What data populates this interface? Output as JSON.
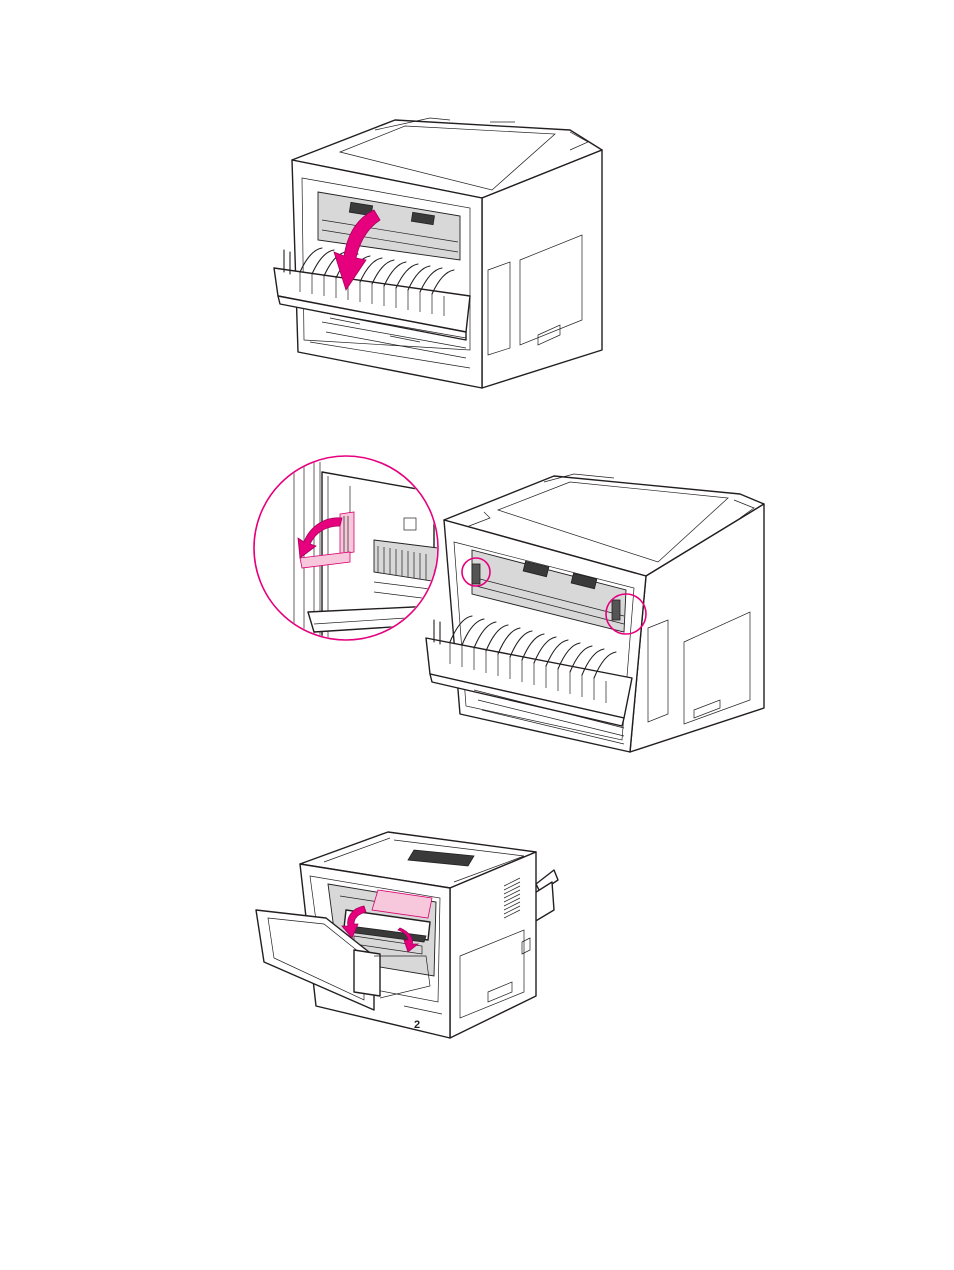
{
  "figures": [
    {
      "id": "figure-1"
    },
    {
      "id": "figure-2"
    },
    {
      "id": "figure-3",
      "tray_number": "2"
    }
  ],
  "colors": {
    "accent": "#e6007e",
    "line": "#231f20",
    "paper": "#f7c8dc"
  }
}
